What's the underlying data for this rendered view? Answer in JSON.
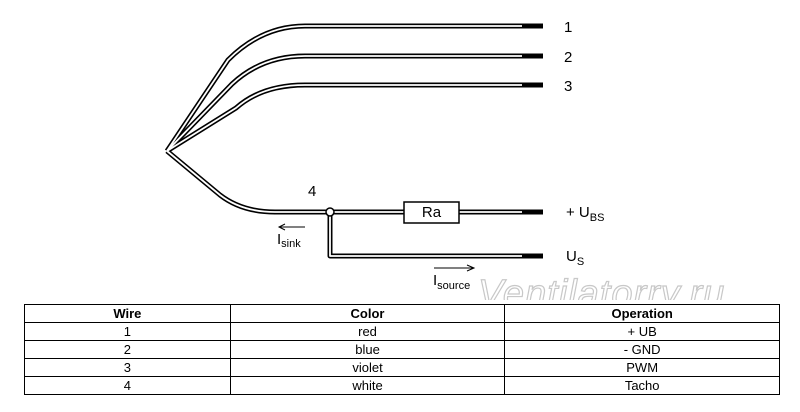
{
  "diagram": {
    "wire_numbers": [
      "1",
      "2",
      "3",
      "4"
    ],
    "resistor_label": "Ra",
    "ubs": {
      "main": "+ U",
      "sub": "BS"
    },
    "us": {
      "main": "U",
      "sub": "S"
    },
    "isink": {
      "main": "I",
      "sub": "sink"
    },
    "isource": {
      "main": "I",
      "sub": "source"
    }
  },
  "watermark": "Ventilatorry.ru",
  "table": {
    "headers": [
      "Wire",
      "Color",
      "Operation"
    ],
    "rows": [
      [
        "1",
        "red",
        "+ UB"
      ],
      [
        "2",
        "blue",
        "- GND"
      ],
      [
        "3",
        "violet",
        "PWM"
      ],
      [
        "4",
        "white",
        "Tacho"
      ]
    ]
  }
}
